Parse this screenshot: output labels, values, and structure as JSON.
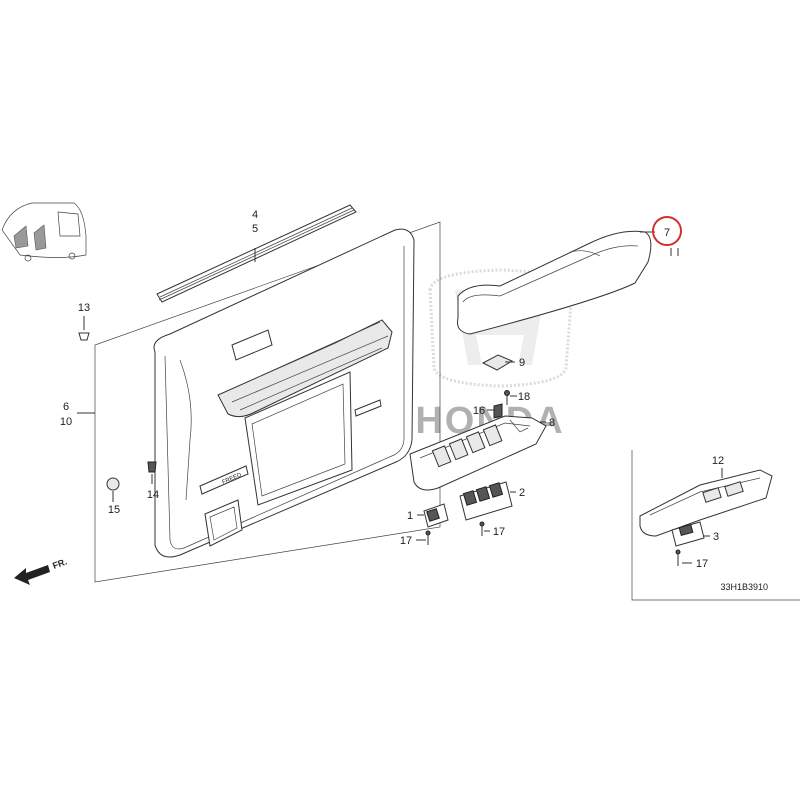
{
  "diagram": {
    "code": "33H1B3910",
    "direction_label": "FR.",
    "watermark_text": "HONDA",
    "highlight_color": "#d0312d",
    "callouts": {
      "c1": "1",
      "c2": "2",
      "c3": "3",
      "c4": "4",
      "c5": "5",
      "c6": "6",
      "c7": "7",
      "c8": "8",
      "c9": "9",
      "c10": "10",
      "c12": "12",
      "c13": "13",
      "c14": "14",
      "c15": "15",
      "c16": "16",
      "c17a": "17",
      "c17b": "17",
      "c17c": "17",
      "c18": "18"
    }
  }
}
